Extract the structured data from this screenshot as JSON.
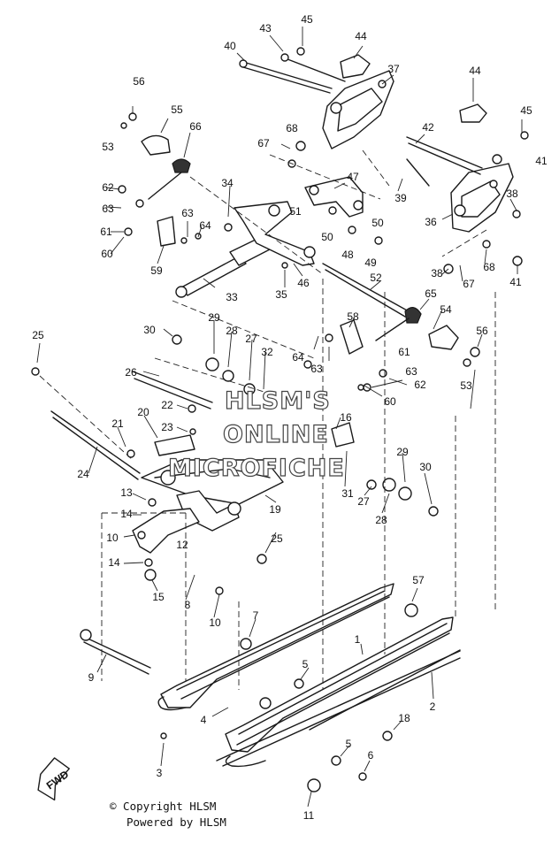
{
  "watermark": {
    "line1": "HLSM'S",
    "line2": "ONLINE",
    "line3": "MICROFICHE"
  },
  "footer": {
    "copyright": "© Copyright HLSM",
    "powered": "Powered by HLSM"
  },
  "fwd_label": "FWD",
  "part_labels": [
    {
      "id": "1",
      "text": "1"
    },
    {
      "id": "2",
      "text": "2"
    },
    {
      "id": "3",
      "text": "3"
    },
    {
      "id": "4",
      "text": "4"
    },
    {
      "id": "5a",
      "text": "5"
    },
    {
      "id": "5b",
      "text": "5"
    },
    {
      "id": "6",
      "text": "6"
    },
    {
      "id": "7",
      "text": "7"
    },
    {
      "id": "8",
      "text": "8"
    },
    {
      "id": "9",
      "text": "9"
    },
    {
      "id": "10a",
      "text": "10"
    },
    {
      "id": "10b",
      "text": "10"
    },
    {
      "id": "11",
      "text": "11"
    },
    {
      "id": "12",
      "text": "12"
    },
    {
      "id": "13",
      "text": "13"
    },
    {
      "id": "14a",
      "text": "14"
    },
    {
      "id": "14b",
      "text": "14"
    },
    {
      "id": "15",
      "text": "15"
    },
    {
      "id": "16",
      "text": "16"
    },
    {
      "id": "18",
      "text": "18"
    },
    {
      "id": "19",
      "text": "19"
    },
    {
      "id": "20",
      "text": "20"
    },
    {
      "id": "21",
      "text": "21"
    },
    {
      "id": "22",
      "text": "22"
    },
    {
      "id": "23",
      "text": "23"
    },
    {
      "id": "24",
      "text": "24"
    },
    {
      "id": "25a",
      "text": "25"
    },
    {
      "id": "25b",
      "text": "25"
    },
    {
      "id": "26",
      "text": "26"
    },
    {
      "id": "27a",
      "text": "27"
    },
    {
      "id": "27b",
      "text": "27"
    },
    {
      "id": "28a",
      "text": "28"
    },
    {
      "id": "28b",
      "text": "28"
    },
    {
      "id": "29a",
      "text": "29"
    },
    {
      "id": "29b",
      "text": "29"
    },
    {
      "id": "30a",
      "text": "30"
    },
    {
      "id": "30b",
      "text": "30"
    },
    {
      "id": "31",
      "text": "31"
    },
    {
      "id": "32",
      "text": "32"
    },
    {
      "id": "33",
      "text": "33"
    },
    {
      "id": "34",
      "text": "34"
    },
    {
      "id": "35",
      "text": "35"
    },
    {
      "id": "36",
      "text": "36"
    },
    {
      "id": "37",
      "text": "37"
    },
    {
      "id": "38a",
      "text": "38"
    },
    {
      "id": "38b",
      "text": "38"
    },
    {
      "id": "39",
      "text": "39"
    },
    {
      "id": "40",
      "text": "40"
    },
    {
      "id": "41a",
      "text": "41"
    },
    {
      "id": "41b",
      "text": "41"
    },
    {
      "id": "42",
      "text": "42"
    },
    {
      "id": "43",
      "text": "43"
    },
    {
      "id": "44a",
      "text": "44"
    },
    {
      "id": "44b",
      "text": "44"
    },
    {
      "id": "45a",
      "text": "45"
    },
    {
      "id": "45b",
      "text": "45"
    },
    {
      "id": "46",
      "text": "46"
    },
    {
      "id": "47",
      "text": "47"
    },
    {
      "id": "48",
      "text": "48"
    },
    {
      "id": "49",
      "text": "49"
    },
    {
      "id": "50a",
      "text": "50"
    },
    {
      "id": "50b",
      "text": "50"
    },
    {
      "id": "51",
      "text": "51"
    },
    {
      "id": "52",
      "text": "52"
    },
    {
      "id": "53a",
      "text": "53"
    },
    {
      "id": "53b",
      "text": "53"
    },
    {
      "id": "54",
      "text": "54"
    },
    {
      "id": "55",
      "text": "55"
    },
    {
      "id": "56a",
      "text": "56"
    },
    {
      "id": "56b",
      "text": "56"
    },
    {
      "id": "57",
      "text": "57"
    },
    {
      "id": "58",
      "text": "58"
    },
    {
      "id": "59",
      "text": "59"
    },
    {
      "id": "60a",
      "text": "60"
    },
    {
      "id": "60b",
      "text": "60"
    },
    {
      "id": "61a",
      "text": "61"
    },
    {
      "id": "61b",
      "text": "61"
    },
    {
      "id": "62a",
      "text": "62"
    },
    {
      "id": "62b",
      "text": "62"
    },
    {
      "id": "63a",
      "text": "63"
    },
    {
      "id": "63b",
      "text": "63"
    },
    {
      "id": "63c",
      "text": "63"
    },
    {
      "id": "63d",
      "text": "63"
    },
    {
      "id": "64a",
      "text": "64"
    },
    {
      "id": "64b",
      "text": "64"
    },
    {
      "id": "65",
      "text": "65"
    },
    {
      "id": "66",
      "text": "66"
    },
    {
      "id": "67a",
      "text": "67"
    },
    {
      "id": "67b",
      "text": "67"
    },
    {
      "id": "68a",
      "text": "68"
    },
    {
      "id": "68b",
      "text": "68"
    }
  ]
}
